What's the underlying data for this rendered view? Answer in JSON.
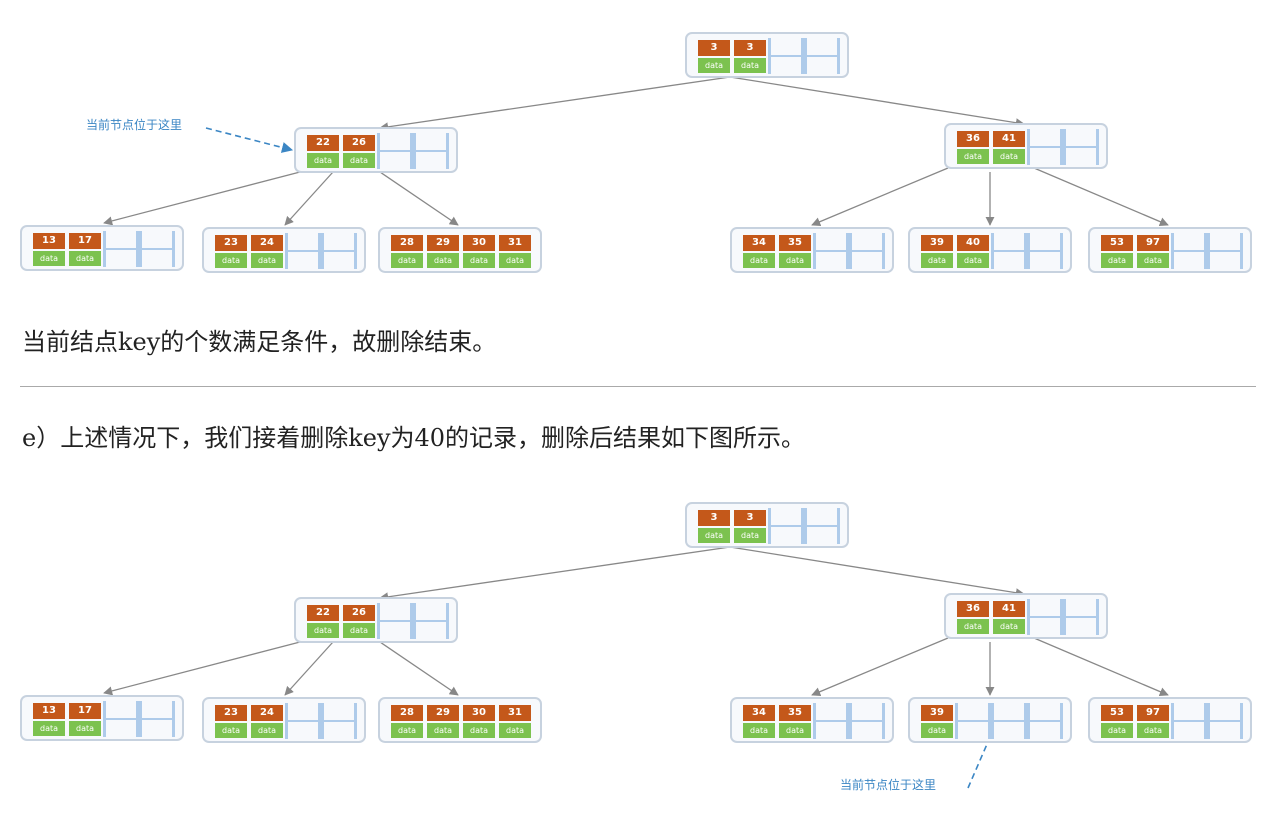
{
  "paragraph1": "当前结点key的个数满足条件，故删除结束。",
  "paragraph2": "e）上述情况下，我们接着删除key为40的记录，删除后结果如下图所示。",
  "data_label": "data",
  "colors": {
    "key_cell": "#c4581a",
    "data_cell": "#7cc24f",
    "slot_border": "#aecbea",
    "note_text": "#3b86c4",
    "edge": "#888888"
  },
  "diagram_before": {
    "note": "当前节点位于这里",
    "root": [
      "33"
    ],
    "internal": [
      [
        "22",
        "26"
      ],
      [
        "36",
        "41"
      ]
    ],
    "leaves": [
      [
        "13",
        "17"
      ],
      [
        "23",
        "24"
      ],
      [
        "28",
        "29",
        "30",
        "31"
      ],
      [
        "34",
        "35"
      ],
      [
        "39",
        "40"
      ],
      [
        "53",
        "97"
      ]
    ]
  },
  "diagram_after": {
    "note": "当前节点位于这里",
    "root": [
      "33"
    ],
    "internal": [
      [
        "22",
        "26"
      ],
      [
        "36",
        "41"
      ]
    ],
    "leaves": [
      [
        "13",
        "17"
      ],
      [
        "23",
        "24"
      ],
      [
        "28",
        "29",
        "30",
        "31"
      ],
      [
        "34",
        "35"
      ],
      [
        "39"
      ],
      [
        "53",
        "97"
      ]
    ]
  }
}
